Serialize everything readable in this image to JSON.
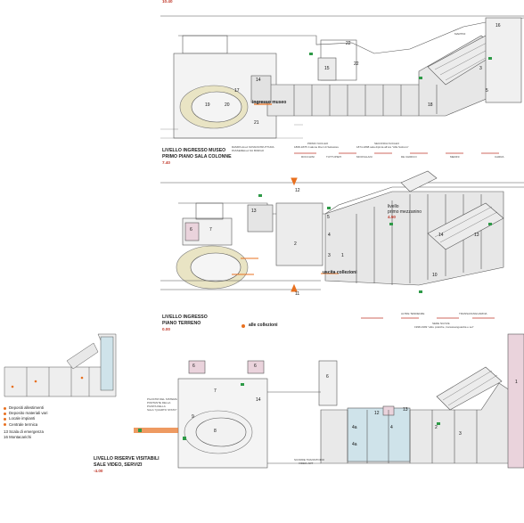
{
  "colors": {
    "line": "#555555",
    "floor": "#e7e7e7",
    "oval": "#e9e4c4",
    "accent": "#e8701f",
    "elev_red": "#c0392b",
    "pink": "#ead3dc",
    "blue": "#cfe3ea",
    "green": "#2e9a47"
  },
  "top_marker": "10.40",
  "plan1": {
    "title_line1": "LIVELLO INGRESSO MUSEO",
    "title_line2": "PRIMO PIANO SALA COLONNE",
    "elevation": "7.40",
    "entrance_label": "ingresso museo",
    "rooms": [
      "22",
      "22",
      "14",
      "15",
      "16",
      "17",
      "18",
      "19",
      "20",
      "21",
      "3",
      "5"
    ],
    "notes": {
      "rampa": "RAMPA ALLA SOVRASTRUTTURA",
      "passerella": "PASSERELLA SU BORGO",
      "primo_nucleo": "PRIMO NUCLEO",
      "nucleo_range": "1868-1878 il salone liberi di Salvatore",
      "seconda_nucleo": "SECONDA NUCLEO",
      "seconda_range": "1874-1898 sala dipinta all'ora \"Alfa Sottrero\"",
      "band": [
        "ROCCHINI",
        "TUTTUPIETI",
        "MOOVALANI",
        "DE CHIRICO",
        "MEDINI",
        "CARRA"
      ],
      "martini": "MARTINI"
    }
  },
  "plan2": {
    "title_line1": "LIVELLO INGRESSO",
    "title_line2": "PIANO TERRENO",
    "elevation": "0.00",
    "exit_label": "uscita collezioni",
    "to_collections": "alle collezioni",
    "mezz_line1": "livello",
    "mezz_line2": "primo mezzanino",
    "mezz_elev": "4.50",
    "rooms": [
      "12",
      "11",
      "13",
      "6",
      "7",
      "2",
      "5",
      "4",
      "3",
      "1",
      "10",
      "14",
      "13"
    ],
    "notes": {
      "altre": "ALTRE TENDENZE",
      "transav": "TRANSAVANGUARDIA",
      "seconda": "SEDE NUOVE",
      "seconda_range": "1998-1999 \"altre pratiche, transavanguardia e sei\""
    }
  },
  "plan3": {
    "title_line1": "LIVELLO RISERVE VISITABILI",
    "title_line2": "SALE VIDEO, SERVIZI",
    "elevation": "-4.00",
    "pilastri": [
      "PILASTRI DEL SISTEMA",
      "PORTANTE DELLA",
      "PIANTA DELLA",
      "SALA \"QUARTO STATO\""
    ],
    "rooms": [
      "6",
      "7",
      "8",
      "9",
      "14",
      "4a",
      "4",
      "4a",
      "3",
      "2",
      "1",
      "12",
      "13",
      "6",
      "6"
    ],
    "notes": {
      "scorre": "SCORRE TRANSITORIO",
      "video": "VIDEO-ART"
    }
  },
  "legend": {
    "items": [
      {
        "label": "Depositi allestimenti",
        "color": "#e8701f"
      },
      {
        "label": "Deposito materiali vari",
        "color": "#e8701f"
      },
      {
        "label": "Locale impianti",
        "color": "#e8701f"
      },
      {
        "label": "Centrale termica",
        "color": "#e8701f"
      }
    ],
    "stairs": "13  Scala di emergenza",
    "lifts": "16  Montacarichi"
  }
}
